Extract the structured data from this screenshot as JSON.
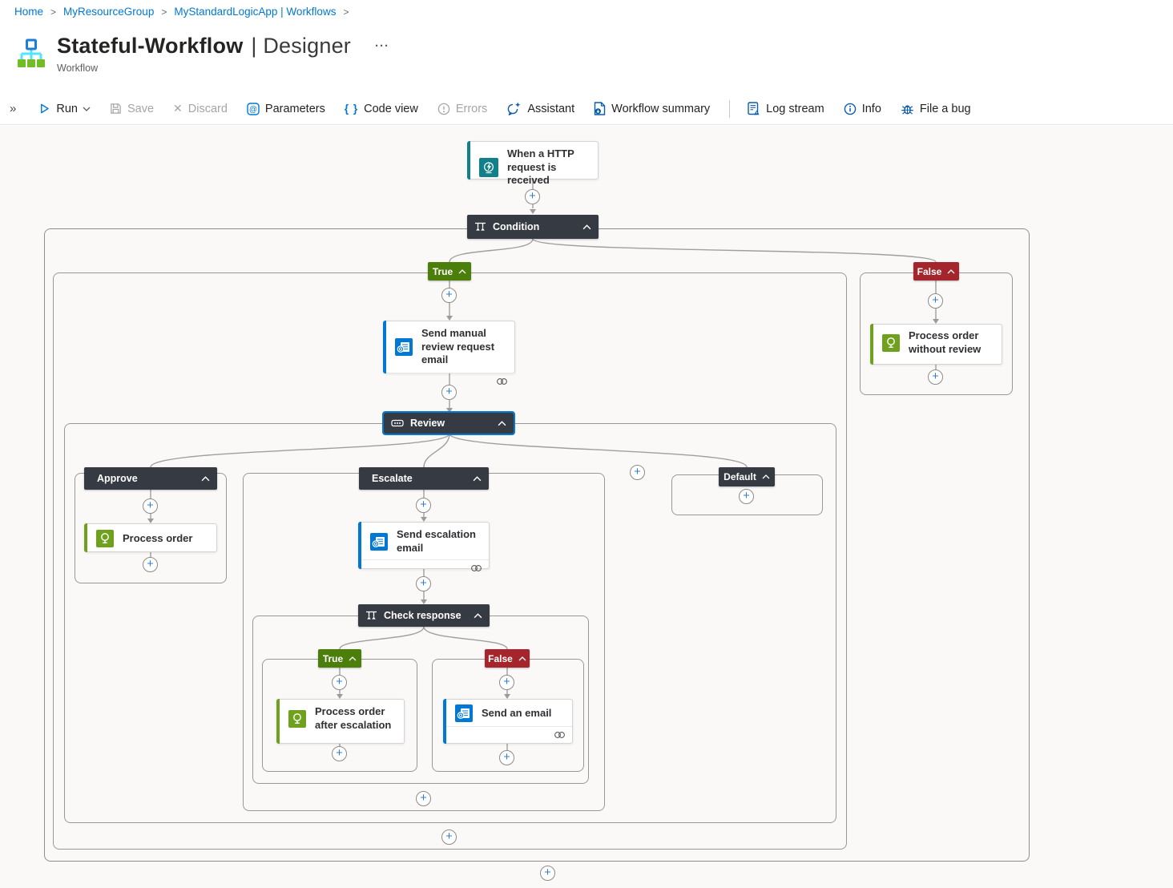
{
  "breadcrumb": {
    "items": [
      {
        "label": "Home"
      },
      {
        "label": "MyResourceGroup"
      },
      {
        "label": "MyStandardLogicApp | Workflows"
      }
    ]
  },
  "header": {
    "title": "Stateful-Workflow",
    "view": "| Designer",
    "type_label": "Workflow"
  },
  "toolbar": {
    "run": "Run",
    "save": "Save",
    "discard": "Discard",
    "parameters": "Parameters",
    "code_view": "Code view",
    "errors": "Errors",
    "assistant": "Assistant",
    "workflow_summary": "Workflow summary",
    "log_stream": "Log stream",
    "info": "Info",
    "file_a_bug": "File a bug"
  },
  "workflow": {
    "trigger_label": "When a HTTP request is received",
    "condition_label": "Condition",
    "true_label": "True",
    "false_label": "False",
    "send_manual_review_label": "Send manual review request email",
    "review_label": "Review",
    "approve_label": "Approve",
    "process_order_label": "Process order",
    "escalate_label": "Escalate",
    "send_escalation_label": "Send escalation email",
    "check_response_label": "Check response",
    "check_true_label": "True",
    "check_false_label": "False",
    "process_order_after_escalation_label": "Process order after escalation",
    "send_an_email_label": "Send an email",
    "default_label": "Default",
    "process_order_without_review_label": "Process order without review"
  },
  "icons": {
    "plus": "+",
    "breadcrumb_separator": ">",
    "double_chevron": "»",
    "more": "···",
    "discard_x": "✕",
    "code_braces": "{ }"
  },
  "colors": {
    "accent_blue": "#0078d4",
    "header_dark": "#363a43",
    "true_green": "#4c7e0c",
    "false_red": "#a4262c",
    "action_green": "#6fa11e",
    "trigger_teal": "#12808a",
    "wire_gray": "#a19f9d",
    "border_gray": "#8f8e8c",
    "canvas_bg": "#faf9f8",
    "disabled_gray": "#a7a5a3"
  }
}
